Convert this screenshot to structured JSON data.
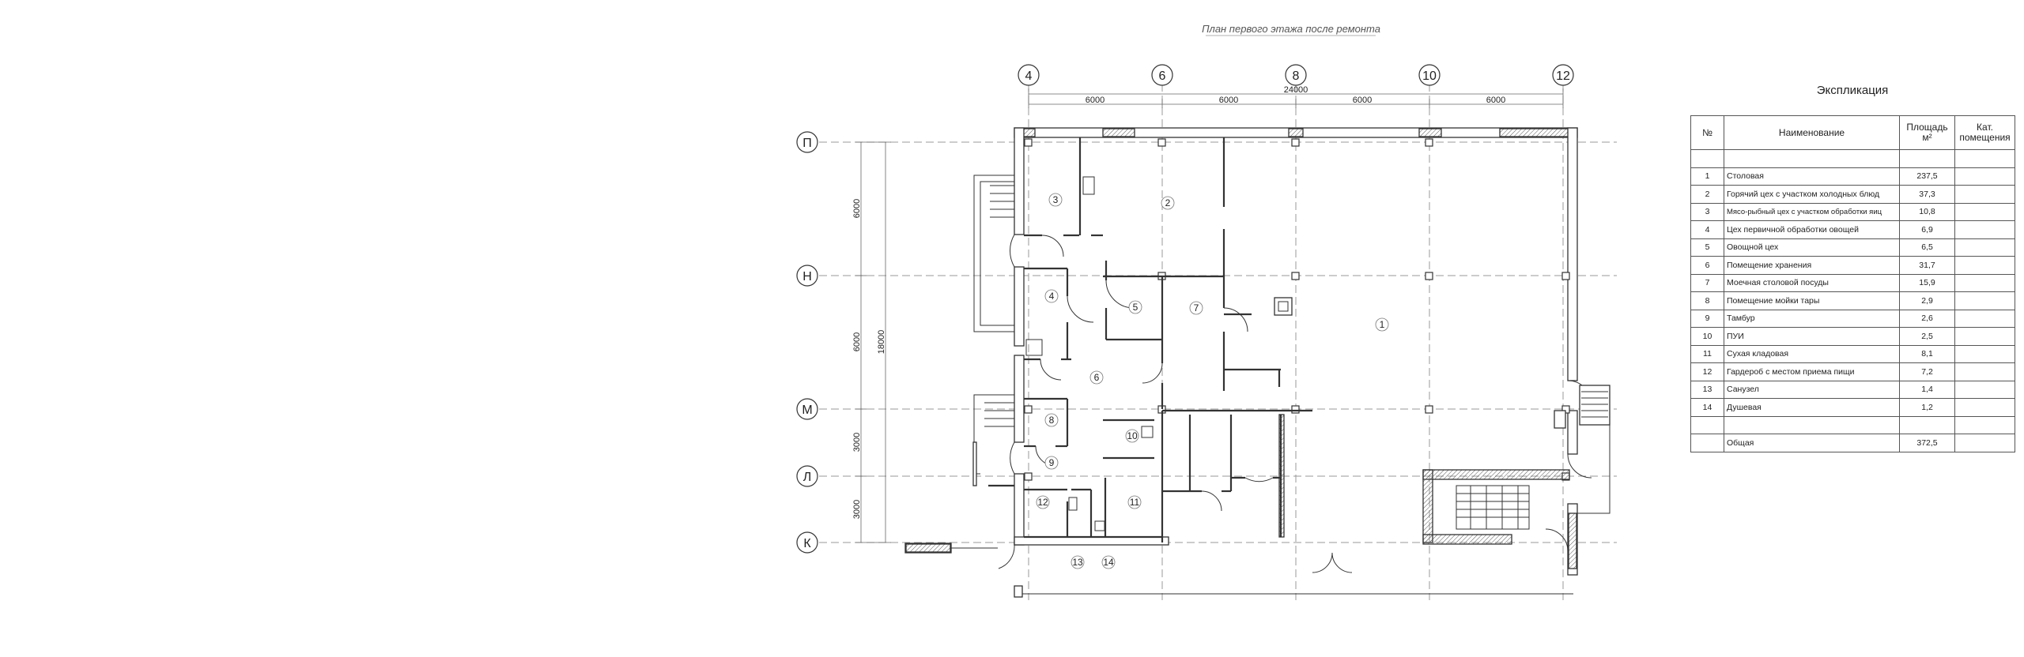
{
  "plan": {
    "title": "План первого этажа после ремонта",
    "overall_dimension": "24000",
    "vertical_total": "18000",
    "axes_x": [
      {
        "label": "4"
      },
      {
        "label": "6"
      },
      {
        "label": "8"
      },
      {
        "label": "10"
      },
      {
        "label": "12"
      }
    ],
    "axes_y": [
      {
        "label": "П"
      },
      {
        "label": "Н"
      },
      {
        "label": "М"
      },
      {
        "label": "Л"
      },
      {
        "label": "К"
      }
    ],
    "spans_x": [
      "6000",
      "6000",
      "6000",
      "6000"
    ],
    "spans_y": [
      "6000",
      "6000",
      "3000",
      "3000"
    ],
    "room_numbers": [
      "1",
      "2",
      "3",
      "4",
      "5",
      "6",
      "7",
      "8",
      "9",
      "10",
      "11",
      "12",
      "13",
      "14"
    ]
  },
  "explication": {
    "title": "Экспликация",
    "headers": {
      "num": "№",
      "name": "Наименование",
      "area": "Площадь м²",
      "cat": "Кат. помещения"
    },
    "rows": [
      {
        "num": "1",
        "name": "Столовая",
        "area": "237,5"
      },
      {
        "num": "2",
        "name": "Горячий цех с участком холодных блюд",
        "area": "37,3"
      },
      {
        "num": "3",
        "name": "Мясо-рыбный цех с участком обработки яиц",
        "area": "10,8"
      },
      {
        "num": "4",
        "name": "Цех первичной обработки овощей",
        "area": "6,9"
      },
      {
        "num": "5",
        "name": "Овощной цех",
        "area": "6,5"
      },
      {
        "num": "6",
        "name": "Помещение хранения",
        "area": "31,7"
      },
      {
        "num": "7",
        "name": "Моечная столовой посуды",
        "area": "15,9"
      },
      {
        "num": "8",
        "name": "Помещение мойки тары",
        "area": "2,9"
      },
      {
        "num": "9",
        "name": "Тамбур",
        "area": "2,6"
      },
      {
        "num": "10",
        "name": "ПУИ",
        "area": "2,5"
      },
      {
        "num": "11",
        "name": "Сухая кладовая",
        "area": "8,1"
      },
      {
        "num": "12",
        "name": "Гардероб с местом приема пищи",
        "area": "7,2"
      },
      {
        "num": "13",
        "name": "Санузел",
        "area": "1,4"
      },
      {
        "num": "14",
        "name": "Душевая",
        "area": "1,2"
      }
    ],
    "total": {
      "name": "Общая",
      "area": "372,5"
    }
  }
}
